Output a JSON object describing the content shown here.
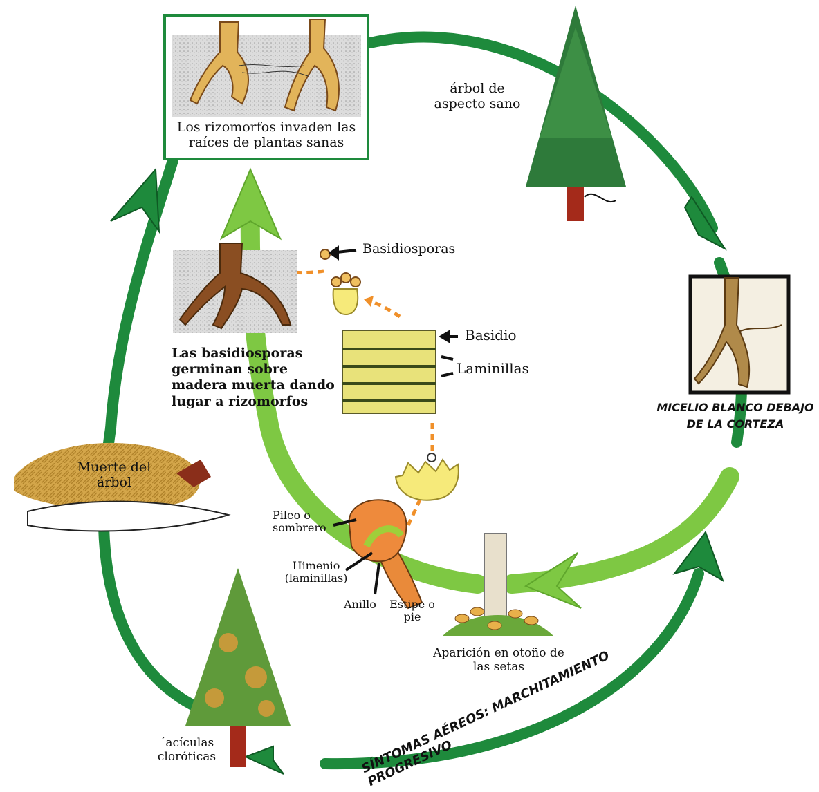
{
  "labels": {
    "rhizo_box": "Los rizomorfos invaden las raíces de plantas sanas",
    "healthy_tree": "árbol de aspecto sano",
    "mycelium": "MICELIO BLANCO DEBAJO DE LA CORTEZA",
    "basidiospores": "Basidiosporas",
    "basidio": "Basidio",
    "laminillas": "Laminillas",
    "germinate": "Las basidiosporas germinan sobre madera muerta dando lugar a rizomorfos",
    "death": "Muerte del árbol",
    "pileo": "Pileo o sombrero",
    "himenio": "Himenio (laminillas)",
    "anillo": "Anillo",
    "estipe": "Estipe o pie",
    "setas": "Aparición en otoño de las setas",
    "aciculas": "´acículas cloróticas",
    "symptoms": "SÍNTOMAS AÉREOS: MARCHITAMIENTO PROGRESIVO"
  },
  "colors": {
    "dark_green": "#1e8a3c",
    "light_green": "#7ec843",
    "orange": "#f0902a",
    "wood": "#d8a640"
  }
}
